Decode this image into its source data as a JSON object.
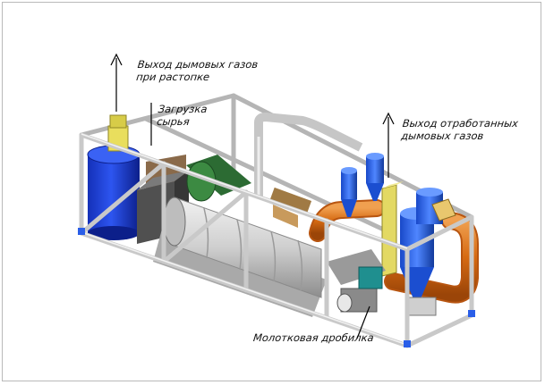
{
  "labels": {
    "flue_gas_startup_line1": "Выход дымовых газов",
    "flue_gas_startup_line2": "при растопке",
    "raw_material_line1": "Загрузка",
    "raw_material_line2": "сырья",
    "exhaust_gas_line1": "Выход отработанных",
    "exhaust_gas_line2": "дымовых газов",
    "hammer_mill": "Молотковая дробилка"
  },
  "colors": {
    "frame": "#d8d8d8",
    "furnace": "#1f3fd6",
    "cyclone": "#2a5ee8",
    "duct": "#e07a1e",
    "chimney": "#e8df6a",
    "drum": "#d4d4d4",
    "hopper": "#555555",
    "conveyor": "#2f6a35"
  }
}
